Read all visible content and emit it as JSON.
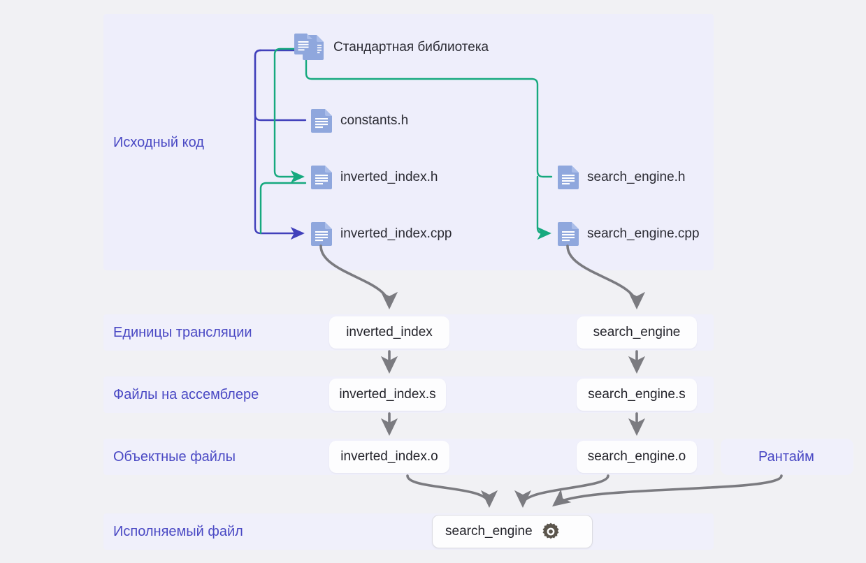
{
  "diagram": {
    "title_present": false,
    "colors": {
      "page_background": "#f1f1f4",
      "source_panel": "#eeeefb",
      "stage_band": "#f0f0fb",
      "stage_label_text": "#4a49c4",
      "file_text": "#2b2b33",
      "node_box_background": "#fdfdfe",
      "node_box_text": "#24242b",
      "include_arrow_indigo": "#4140bb",
      "include_arrow_green": "#16a97e",
      "pipeline_arrow_gray": "#7b7b80",
      "doc_icon_blue": "#8fa7dd",
      "gear_icon": "#5b554c"
    },
    "stages": [
      {
        "id": "source",
        "label": "Исходный код"
      },
      {
        "id": "translation",
        "label": "Единицы трансляции"
      },
      {
        "id": "assembly",
        "label": "Файлы на ассемблере"
      },
      {
        "id": "object",
        "label": "Объектные файлы"
      },
      {
        "id": "executable",
        "label": "Исполняемый файл"
      }
    ],
    "runtime_band": {
      "label": "Рантайм"
    },
    "source_files": [
      {
        "id": "stdlib",
        "label": "Стандартная библиотека",
        "icon": "documents-stack-icon"
      },
      {
        "id": "constants-h",
        "label": "constants.h",
        "icon": "document-icon"
      },
      {
        "id": "inverted-index-h",
        "label": "inverted_index.h",
        "icon": "document-icon"
      },
      {
        "id": "inverted-index-cpp",
        "label": "inverted_index.cpp",
        "icon": "document-icon"
      },
      {
        "id": "search-engine-h",
        "label": "search_engine.h",
        "icon": "document-icon"
      },
      {
        "id": "search-engine-cpp",
        "label": "search_engine.cpp",
        "icon": "document-icon"
      }
    ],
    "translation_units": [
      {
        "id": "tu-inverted-index",
        "label": "inverted_index"
      },
      {
        "id": "tu-search-engine",
        "label": "search_engine"
      }
    ],
    "assembly_files": [
      {
        "id": "asm-inverted-index",
        "label": "inverted_index.s"
      },
      {
        "id": "asm-search-engine",
        "label": "search_engine.s"
      }
    ],
    "object_files": [
      {
        "id": "obj-inverted-index",
        "label": "inverted_index.o"
      },
      {
        "id": "obj-search-engine",
        "label": "search_engine.o"
      }
    ],
    "executable": {
      "id": "exec-search-engine",
      "label": "search_engine",
      "icon": "gear-icon"
    }
  }
}
